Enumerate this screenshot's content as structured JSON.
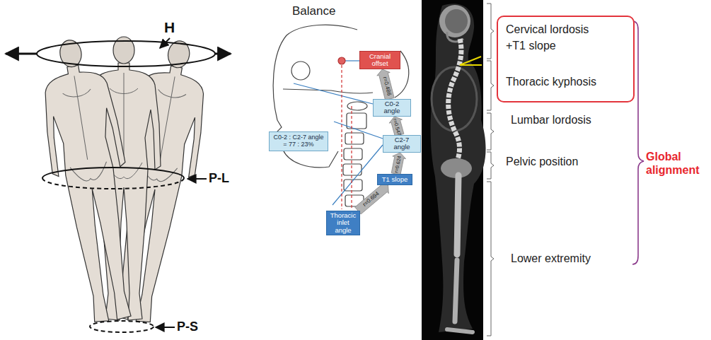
{
  "diagram": {
    "title": "Balance",
    "nodes": [
      {
        "text": [
          "Cranial offset"
        ]
      },
      {
        "text": [
          "C0-2 angle"
        ]
      },
      {
        "text": [
          "C2-7 angle"
        ]
      },
      {
        "text": [
          "T1 slope"
        ]
      },
      {
        "text": [
          "Thoracic inlet angle"
        ]
      },
      {
        "text": [
          "C0-2 : C2-7 angle = 77 : 23%"
        ]
      },
      {
        "text": [
          "Cervical lordosis +T1 slope",
          "Thoracic kyphosis"
        ]
      }
    ],
    "edges": [
      {
        "from": 4,
        "to": 3,
        "arrow": "to",
        "label": "r=0.694"
      },
      {
        "from": 3,
        "to": 2,
        "arrow": "to",
        "label": "r=0.624"
      },
      {
        "from": 2,
        "to": 1,
        "arrow": "to",
        "label": "r=0.547"
      },
      {
        "from": 1,
        "to": 0,
        "arrow": "to",
        "label": "r=0.486"
      }
    ],
    "labels": [
      "H",
      "P-L",
      "P-S",
      "Lumbar lordosis",
      "Pelvic position",
      "Lower extremity",
      "Global alignment"
    ]
  }
}
